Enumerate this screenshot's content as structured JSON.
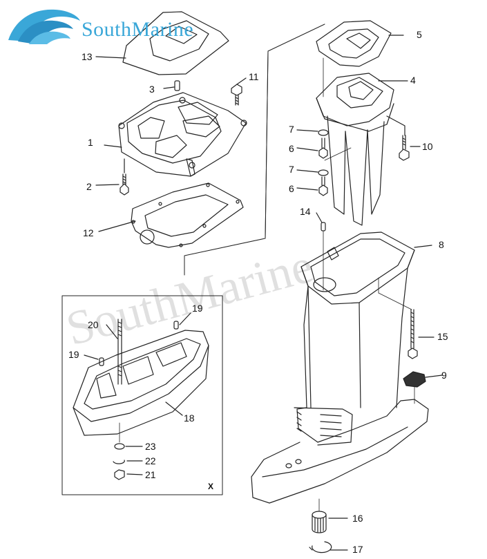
{
  "brand": {
    "name": "SouthMarine",
    "logo_icon": "wave-logo-icon",
    "color": "#3aa7d8"
  },
  "watermark": "SouthMarine",
  "inset_label": "X",
  "callouts": [
    "1",
    "2",
    "3",
    "4",
    "5",
    "6",
    "6",
    "7",
    "7",
    "8",
    "9",
    "10",
    "11",
    "12",
    "13",
    "14",
    "15",
    "16",
    "17",
    "18",
    "19",
    "19",
    "20",
    "21",
    "22",
    "23"
  ],
  "parts": [
    {
      "id": "1",
      "name": "upper-casing-bracket"
    },
    {
      "id": "2",
      "name": "bolt"
    },
    {
      "id": "3",
      "name": "dowel-pin"
    },
    {
      "id": "4",
      "name": "exhaust-guide"
    },
    {
      "id": "5",
      "name": "exhaust-gasket"
    },
    {
      "id": "6",
      "name": "bolt"
    },
    {
      "id": "7",
      "name": "washer"
    },
    {
      "id": "8",
      "name": "upper-casing"
    },
    {
      "id": "9",
      "name": "cap"
    },
    {
      "id": "10",
      "name": "bolt"
    },
    {
      "id": "11",
      "name": "bolt"
    },
    {
      "id": "12",
      "name": "gasket"
    },
    {
      "id": "13",
      "name": "gasket"
    },
    {
      "id": "14",
      "name": "dowel-pin"
    },
    {
      "id": "15",
      "name": "bolt"
    },
    {
      "id": "16",
      "name": "grommet"
    },
    {
      "id": "17",
      "name": "clip"
    },
    {
      "id": "18",
      "name": "plate"
    },
    {
      "id": "19",
      "name": "dowel-pin"
    },
    {
      "id": "20",
      "name": "stud-bolt"
    },
    {
      "id": "21",
      "name": "nut"
    },
    {
      "id": "22",
      "name": "spring-washer"
    },
    {
      "id": "23",
      "name": "washer"
    }
  ]
}
